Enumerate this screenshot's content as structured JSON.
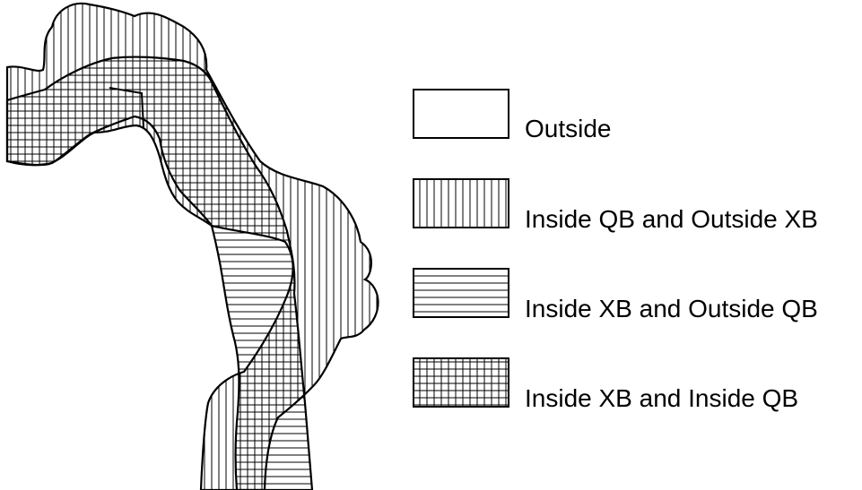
{
  "colors": {
    "ink": "#000000",
    "background": "#ffffff"
  },
  "legend": {
    "items": [
      {
        "label": "Outside",
        "pattern": "none"
      },
      {
        "label": "Inside QB and Outside XB",
        "pattern": "vertical"
      },
      {
        "label": "Inside XB and Outside QB",
        "pattern": "horizontal"
      },
      {
        "label": "Inside XB and Inside QB",
        "pattern": "crosshatch"
      }
    ]
  }
}
